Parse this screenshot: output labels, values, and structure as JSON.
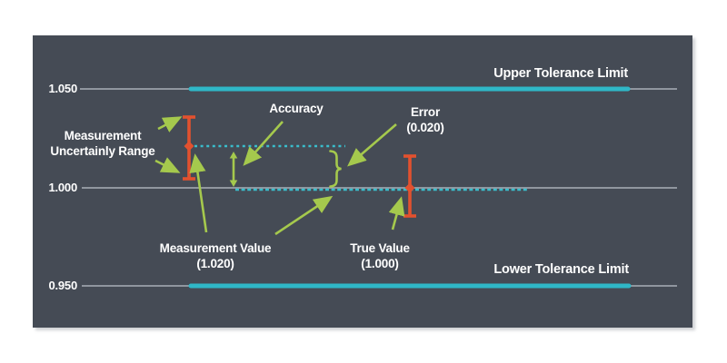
{
  "panel": {
    "background": "#454B55"
  },
  "palette": {
    "teal": "#2FB7C7",
    "red": "#E2512F",
    "green": "#A5C94D",
    "line_gray": "#A9AFB8",
    "text": "#FFFFFF"
  },
  "axis_ticks": [
    {
      "label": "1.050"
    },
    {
      "label": "1.000"
    },
    {
      "label": "0.950"
    }
  ],
  "tolerance": {
    "upper_label": "Upper Tolerance Limit",
    "lower_label": "Lower Tolerance Limit"
  },
  "annotations": {
    "uncertainty": {
      "line1": "Measurement",
      "line2": "Uncertainly Range"
    },
    "accuracy": {
      "label": "Accuracy"
    },
    "error": {
      "label": "Error",
      "value": "(0.020)"
    },
    "measurement": {
      "label": "Measurement Value",
      "value": "(1.020)"
    },
    "true_value": {
      "label": "True Value",
      "value": "(1.000)"
    }
  },
  "values": {
    "upper_tolerance_limit": 1.05,
    "lower_tolerance_limit": 0.95,
    "measurement_value": 1.02,
    "true_value": 1.0,
    "error": 0.02
  }
}
